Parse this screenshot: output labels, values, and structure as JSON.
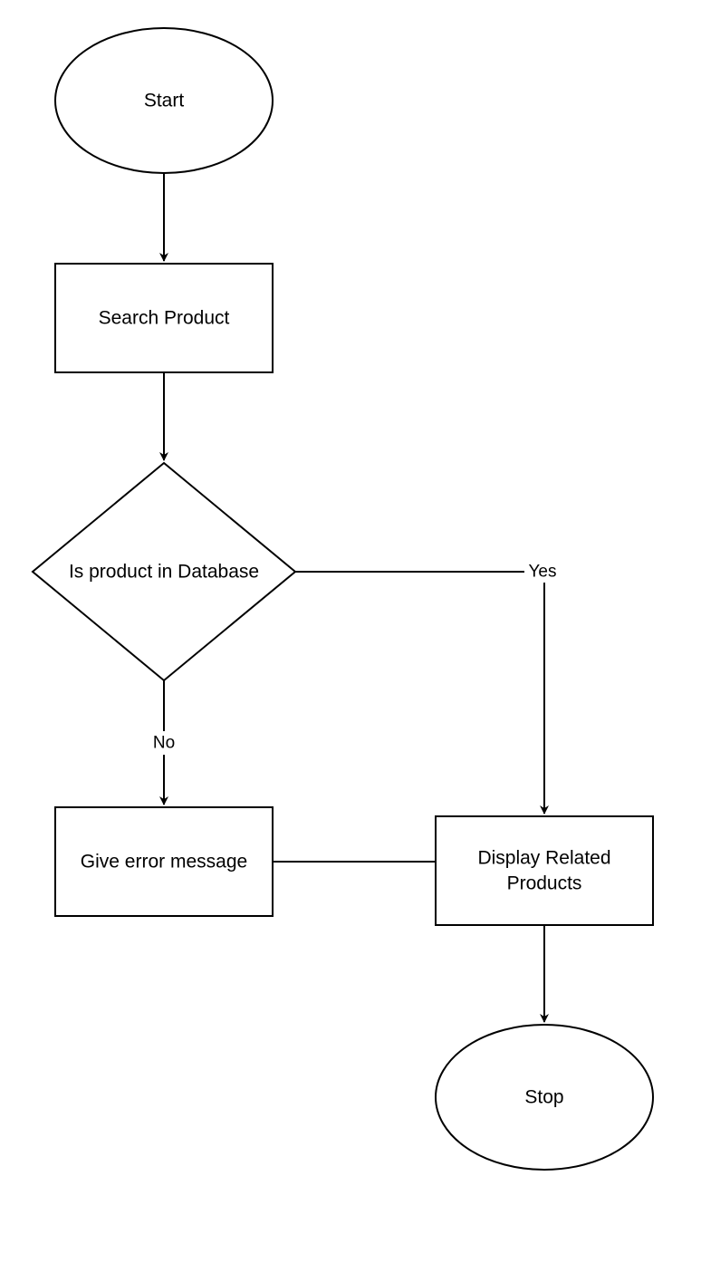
{
  "nodes": {
    "start": {
      "label": "Start"
    },
    "search": {
      "label": "Search Product"
    },
    "decision": {
      "label": "Is product in Database"
    },
    "error": {
      "label": "Give error message"
    },
    "display": {
      "label_line1": "Display Related",
      "label_line2": "Products"
    },
    "stop": {
      "label": "Stop"
    }
  },
  "edges": {
    "yes_label": "Yes",
    "no_label": "No"
  },
  "colors": {
    "stroke": "#000000",
    "fill": "#ffffff",
    "text": "#000000"
  }
}
